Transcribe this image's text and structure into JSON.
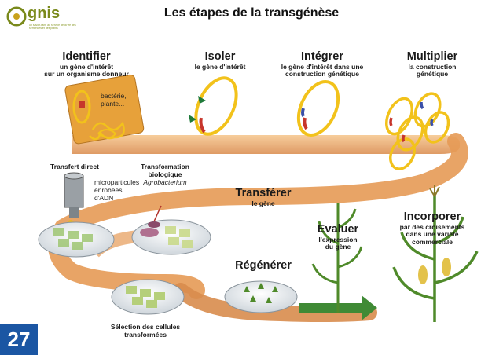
{
  "page": {
    "title": "Les étapes de la transgénèse",
    "slide_number": "27"
  },
  "logo": {
    "name": "gnis",
    "tagline": "un savoir-faire au service de la vie des semences et des plants"
  },
  "steps": {
    "identifier": {
      "title": "Identifier",
      "sub1": "un gène d'intérêt",
      "sub2": "sur un organisme donneur",
      "note1": "bactérie,",
      "note2": "plante..."
    },
    "isoler": {
      "title": "Isoler",
      "sub1": "le gène d'intérêt"
    },
    "integrer": {
      "title": "Intégrer",
      "sub1": "le gène d'intérêt dans une",
      "sub2": "construction génétique"
    },
    "multiplier": {
      "title": "Multiplier",
      "sub1": "la construction",
      "sub2": "génétique"
    },
    "transferer": {
      "title": "Transférer",
      "sub1": "le gène"
    },
    "regenerer": {
      "title": "Régénérer"
    },
    "evaluer": {
      "title": "Evaluer",
      "sub1": "l'expression",
      "sub2": "du gène"
    },
    "incorporer": {
      "title": "Incorporer",
      "sub1": "par des croisements",
      "sub2": "dans une variété",
      "sub3": "commerciale"
    }
  },
  "methods": {
    "direct": {
      "title": "Transfert direct",
      "note1": "microparticules",
      "note2": "enrobées",
      "note3": "d'ADN"
    },
    "bio": {
      "title1": "Transformation",
      "title2": "biologique",
      "note": "Agrobacterium"
    }
  },
  "selection": {
    "line1": "Sélection des cellules",
    "line2": "transformées"
  },
  "colors": {
    "path": "#e8a25c",
    "ring": "#f2c21b",
    "gene_red": "#c7352b",
    "gene_blue": "#3a4fa8",
    "badge": "#1b56a3",
    "plant": "#4f8a2a",
    "logo": "#7a8a1c"
  }
}
